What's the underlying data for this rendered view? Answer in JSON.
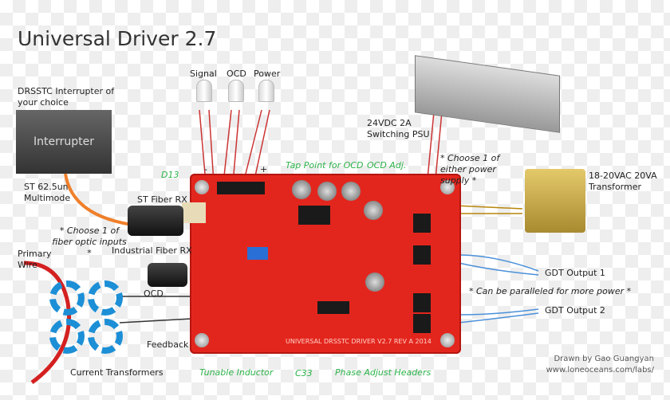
{
  "title": "Universal Driver 2.7",
  "interrupter": {
    "caption": "DRSSTC Interrupter of your choice",
    "box_label": "Interrupter",
    "fiber": "ST 62.5um Multimode"
  },
  "leds": {
    "signal": "Signal",
    "ocd": "OCD",
    "power": "Power"
  },
  "labels": {
    "st_fiber_rx": "ST Fiber RX",
    "choose_fiber": "* Choose 1 of fiber optic inputs *",
    "industrial_fiber_rx": "Industrial Fiber RX",
    "primary_wire": "Primary Wire",
    "ocd": "OCD",
    "feedback": "Feedback",
    "current_transformers": "Current Transformers",
    "psu": "24VDC 2A Switching PSU",
    "choose_psu": "* Choose 1 of either power supply *",
    "transformer": "18-20VAC 20VA Transformer",
    "gdt1": "GDT Output 1",
    "gdt2": "GDT Output 2",
    "parallel": "* Can be paralleled for more power *",
    "minus": "-",
    "plus": "+"
  },
  "callouts": {
    "d13": "D13",
    "tap_point": "Tap Point for OCD",
    "ocd_adj": "OCD Adj.",
    "tunable_inductor": "Tunable Inductor",
    "c33": "C33",
    "phase_adjust": "Phase Adjust Headers"
  },
  "board_silkscreen": "UNIVERSAL DRSSTC DRIVER V2.7 REV A 2014",
  "footer": {
    "author": "Drawn by Gao Guangyan",
    "url": "www.loneoceans.com/labs/"
  },
  "colors": {
    "board": "#e3261d",
    "callout": "#2db34a",
    "toroid": "#1c8fd6",
    "fiber": "#f07f2a"
  }
}
